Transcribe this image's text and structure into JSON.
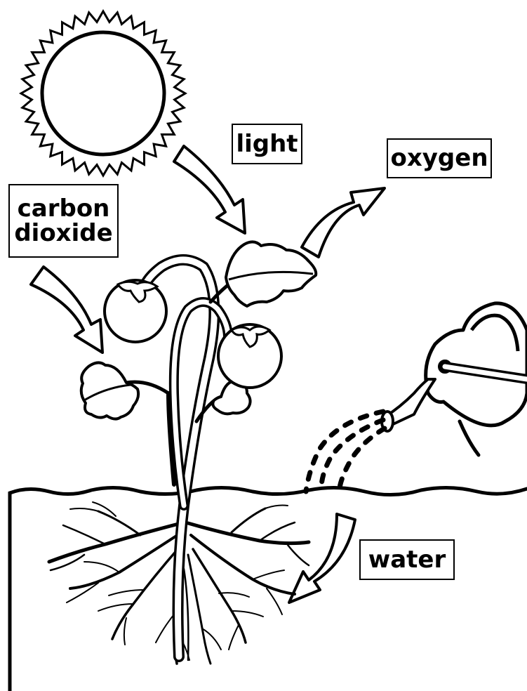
{
  "labels": {
    "light": "light",
    "oxygen": "oxygen",
    "carbon_dioxide_line1": "carbon",
    "carbon_dioxide_line2": "dioxide",
    "water": "water"
  },
  "colors": {
    "ink": "#000000",
    "paper": "#ffffff"
  },
  "icons": [
    "sun-icon",
    "plant-icon",
    "watering-can-icon",
    "roots-icon"
  ]
}
